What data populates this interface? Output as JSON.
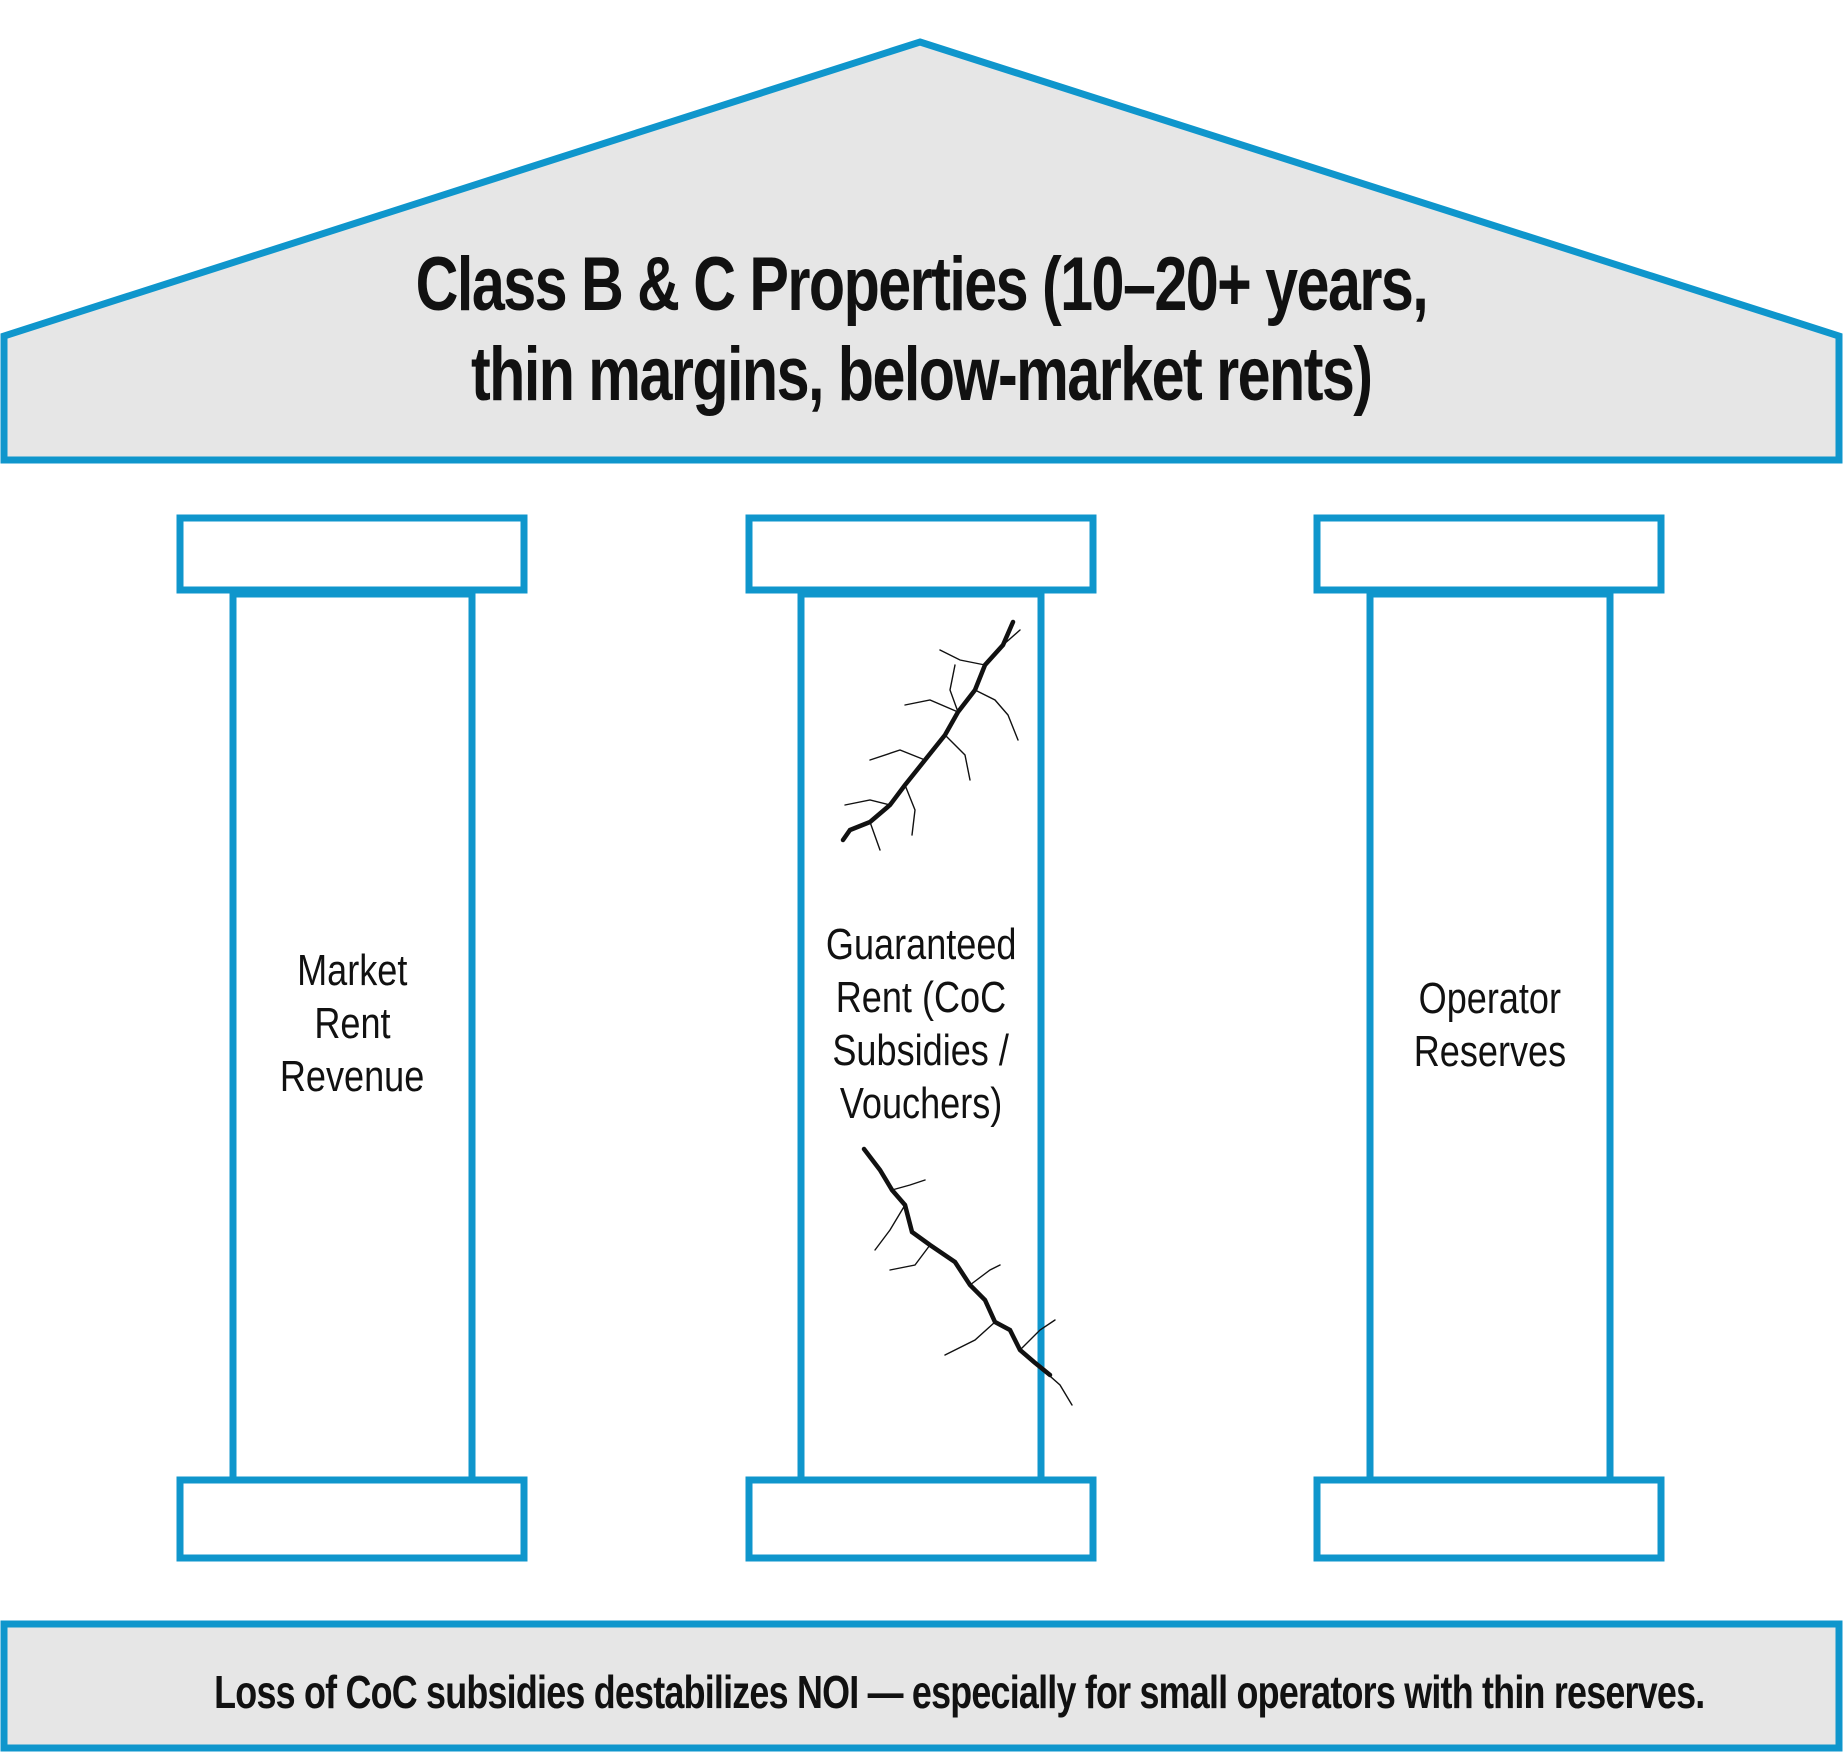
{
  "roof": {
    "title_line1": "Class B & C Properties (10–20+ years,",
    "title_line2": "thin margins, below-market rents)"
  },
  "pillars": [
    {
      "lines": [
        "Market",
        "Rent",
        "Revenue"
      ],
      "cracked": false
    },
    {
      "lines": [
        "Guaranteed",
        "Rent (CoC",
        "Subsidies /",
        "Vouchers)"
      ],
      "cracked": true
    },
    {
      "lines": [
        "Operator",
        "Reserves"
      ],
      "cracked": false
    }
  ],
  "foundation": {
    "text": "Loss of CoC subsidies destabilizes NOI — especially for small operators with thin reserves."
  },
  "colors": {
    "stroke": "#0f96cc",
    "fill": "#e6e6e6",
    "crack": "#111111"
  }
}
